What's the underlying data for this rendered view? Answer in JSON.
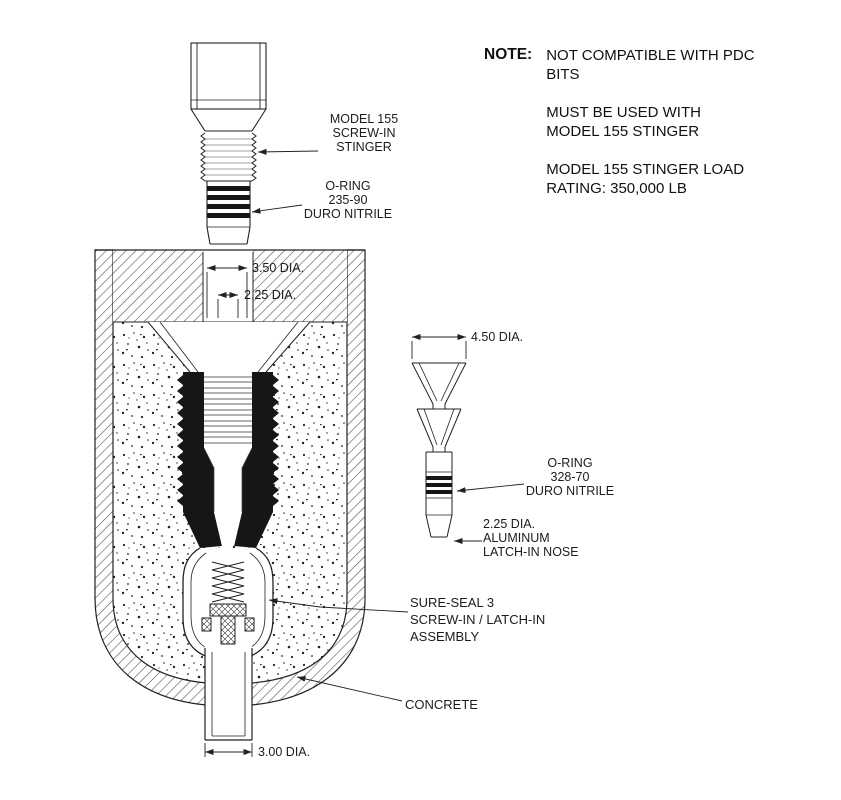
{
  "note": {
    "title": "NOTE:",
    "items": [
      {
        "text": "NOT COMPATIBLE WITH PDC\nBITS"
      },
      {
        "text": "MUST BE USED WITH\nMODEL 155 STINGER"
      },
      {
        "text": "MODEL 155 STINGER LOAD\nRATING: 350,000 LB"
      }
    ]
  },
  "labels": {
    "stinger": "MODEL 155\nSCREW-IN\nSTINGER",
    "oring_top": "O-RING\n235-90\nDURO NITRILE",
    "dim_350": "3.50 DIA.",
    "dim_225_top": "2.25 DIA.",
    "dim_450": "4.50 DIA.",
    "oring_nose": "O-RING\n328-70\nDURO NITRILE",
    "nose": "2.25 DIA.\nALUMINUM\nLATCH-IN NOSE",
    "sure_seal": "SURE-SEAL 3\nSCREW-IN / LATCH-IN\nASSEMBLY",
    "concrete": "CONCRETE",
    "dim_300": "3.00 DIA."
  },
  "colors": {
    "line": "#222222",
    "dark_fill": "#161616",
    "background": "#ffffff"
  }
}
